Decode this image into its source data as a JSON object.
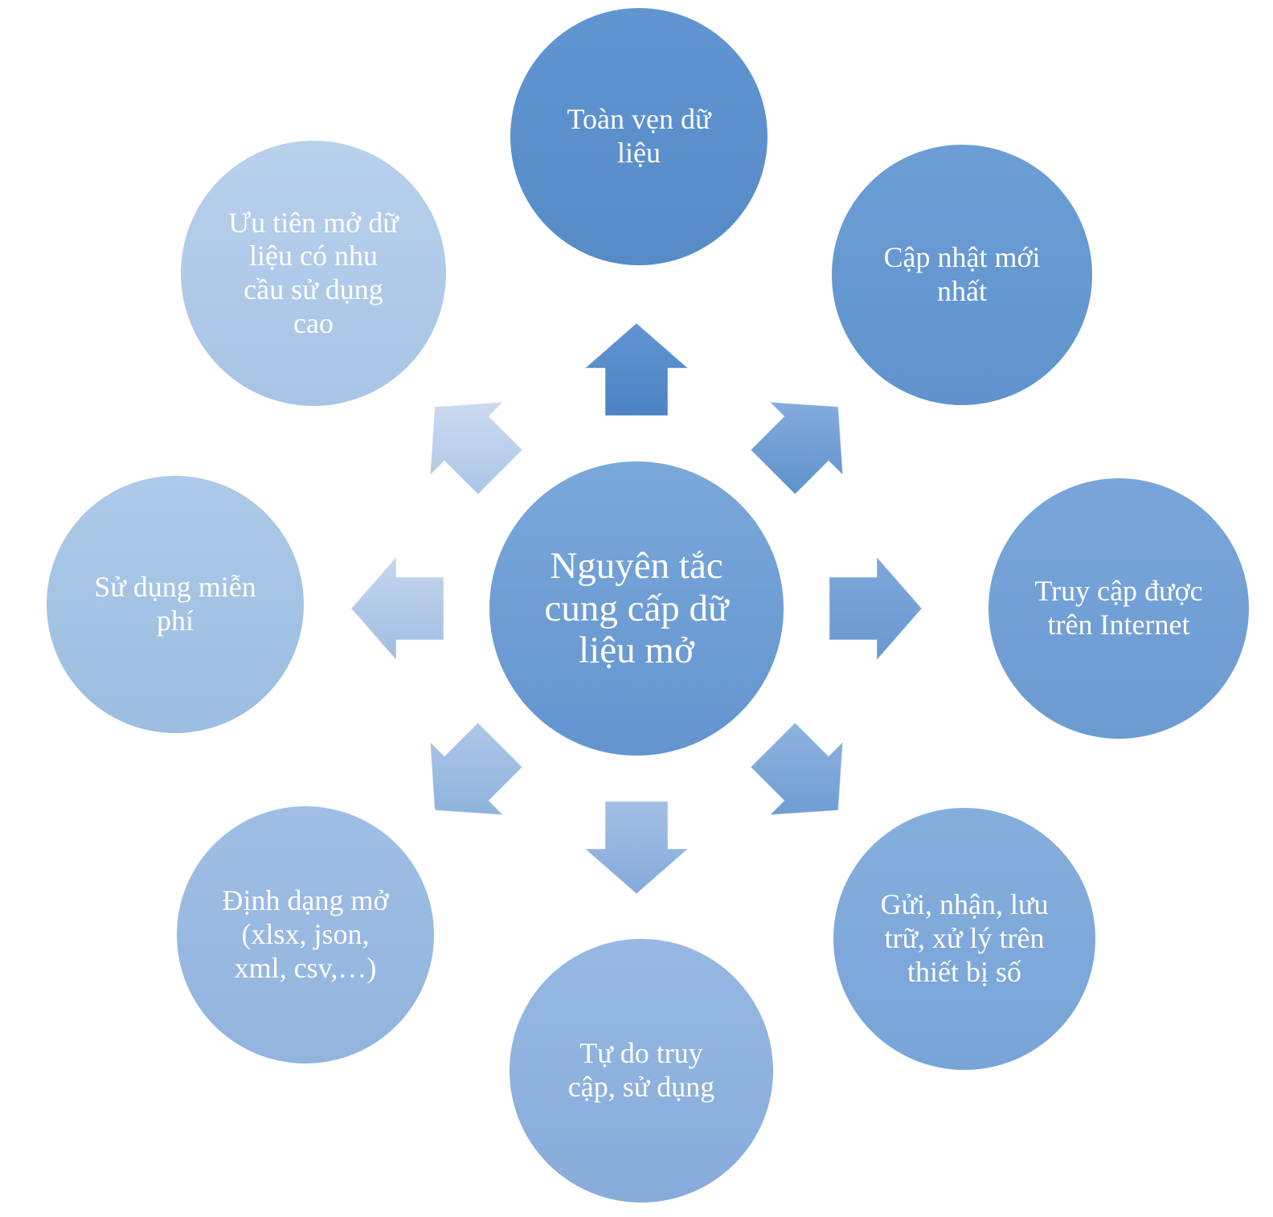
{
  "diagram": {
    "title": "Nguyên tắc cung cấp dữ liệu mở",
    "type": "radial",
    "center": {
      "label": "Nguyên tắc cung cấp dữ liệu mở"
    },
    "nodes": [
      {
        "id": "top",
        "label": "Toàn vẹn dữ liệu"
      },
      {
        "id": "top-right",
        "label": "Cập nhật mới nhất"
      },
      {
        "id": "right",
        "label": "Truy cập được trên Internet"
      },
      {
        "id": "bottom-right",
        "label": "Gửi, nhận, lưu trữ, xử lý trên thiết bị số"
      },
      {
        "id": "bottom",
        "label": "Tự do truy cập, sử dụng"
      },
      {
        "id": "bottom-left",
        "label": "Định dạng mở (xlsx, json, xml, csv,…)"
      },
      {
        "id": "left",
        "label": "Sử dụng miễn phí"
      },
      {
        "id": "top-left",
        "label": "Ưu tiên mở dữ liệu có nhu cầu sử dụng cao"
      }
    ],
    "palette": {
      "node_fills": [
        "#5b90cd",
        "#669ad3",
        "#74a3d8",
        "#81abdb",
        "#8fb3e0",
        "#99b9e2",
        "#a4c2e6",
        "#b0cbe9"
      ],
      "center_fill": "#6d9ed6",
      "text_color": "#ffffff",
      "background": "#ffffff"
    }
  }
}
